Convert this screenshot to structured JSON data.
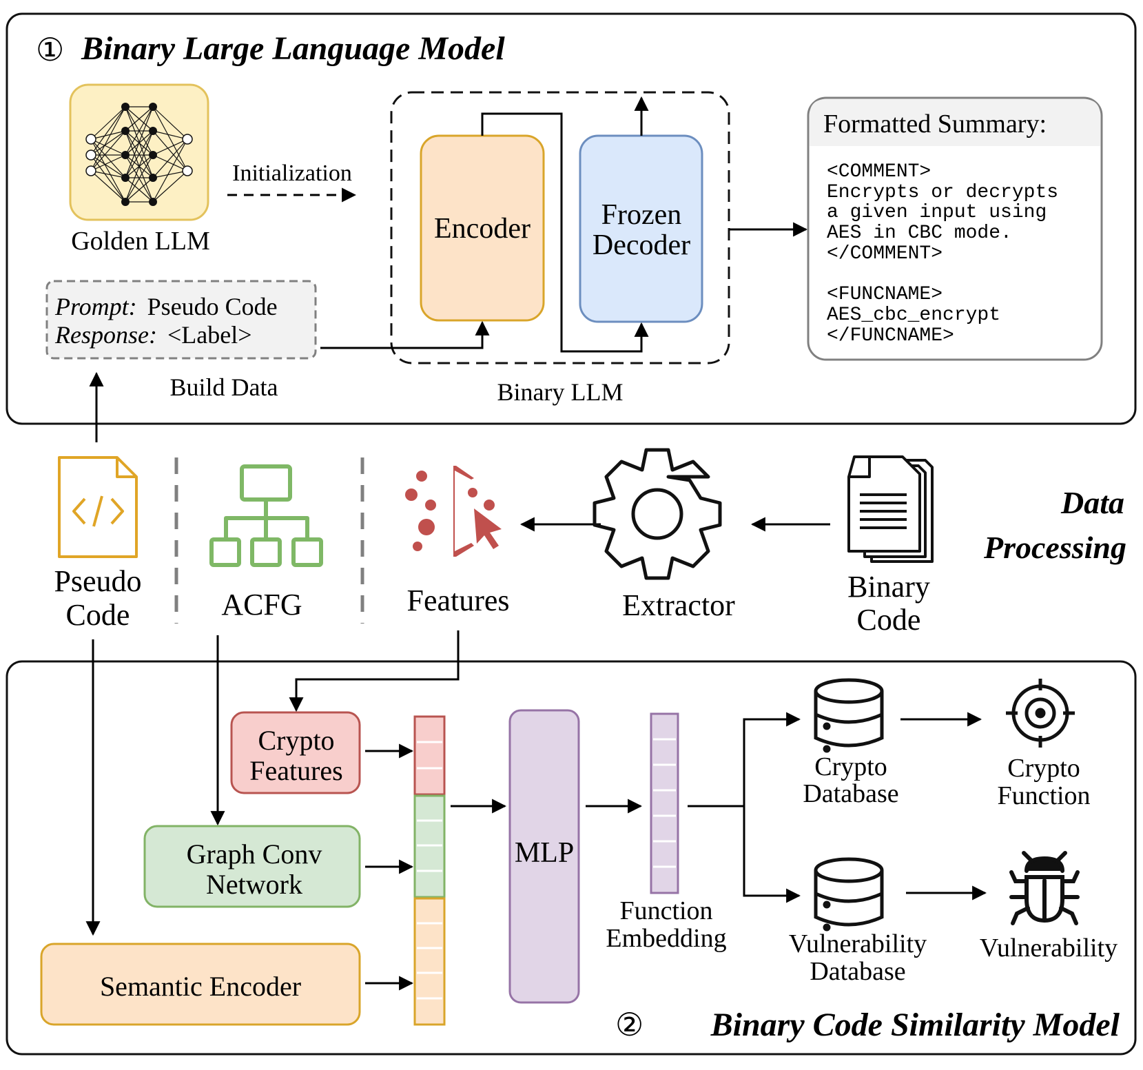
{
  "llm_panel": {
    "title_num": "①",
    "title": "Binary Large Language Model",
    "golden_llm": "Golden LLM",
    "initialization": "Initialization",
    "prompt_key": "Prompt:",
    "prompt_val": "Pseudo Code",
    "response_key": "Response:",
    "response_val": "<Label>",
    "build_data": "Build Data",
    "encoder": "Encoder",
    "frozen": "Frozen",
    "decoder": "Decoder",
    "binary_llm": "Binary LLM",
    "summary_title": "Formatted Summary:",
    "summary_lines": [
      "<COMMENT>",
      "Encrypts or decrypts",
      "a given input using",
      "AES in CBC mode.",
      "</COMMENT>",
      "",
      "<FUNCNAME>",
      "AES_cbc_encrypt",
      "</FUNCNAME>"
    ]
  },
  "data_processing": {
    "title_line1": "Data",
    "title_line2": "Processing",
    "pseudo_code_1": "Pseudo",
    "pseudo_code_2": "Code",
    "acfg": "ACFG",
    "features": "Features",
    "extractor": "Extractor",
    "binary_code_1": "Binary",
    "binary_code_2": "Code"
  },
  "similarity_panel": {
    "title_num": "②",
    "title": "Binary Code Similarity Model",
    "crypto_features_1": "Crypto",
    "crypto_features_2": "Features",
    "gcn_1": "Graph Conv",
    "gcn_2": "Network",
    "semantic_encoder": "Semantic Encoder",
    "mlp": "MLP",
    "function_embedding_1": "Function",
    "function_embedding_2": "Embedding",
    "crypto_db_1": "Crypto",
    "crypto_db_2": "Database",
    "vuln_db_1": "Vulnerability",
    "vuln_db_2": "Database",
    "crypto_func_1": "Crypto",
    "crypto_func_2": "Function",
    "vulnerability": "Vulnerability"
  },
  "colors": {
    "golden": "#fdf0c4",
    "golden_stroke": "#e3c25c",
    "encoder_fill": "#fde3c8",
    "encoder_stroke": "#d9a52a",
    "decoder_fill": "#dae8fb",
    "decoder_stroke": "#6c8ebf",
    "crypto_fill": "#f8cecc",
    "crypto_stroke": "#b85450",
    "gcn_fill": "#d5e8d4",
    "gcn_stroke": "#82b366",
    "semantic_fill": "#fde3c8",
    "semantic_stroke": "#d9a52a",
    "mlp_fill": "#e1d5e7",
    "mlp_stroke": "#9673a6",
    "acfg_icon": "#7fb866",
    "pseudo_icon": "#e0a526",
    "features_icon": "#c0504d"
  }
}
